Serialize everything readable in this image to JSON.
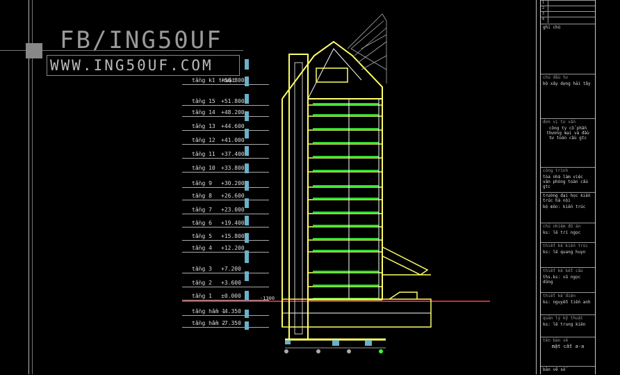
{
  "watermark": {
    "line1": "FB/ING50UF",
    "line2": "WWW.ING50UF.COM"
  },
  "levels": [
    {
      "name": "tầng kĩ thuật",
      "elev": "+56.800"
    },
    {
      "name": "tầng 15",
      "elev": "+51.800"
    },
    {
      "name": "tầng 14",
      "elev": "+48.200"
    },
    {
      "name": "tầng 13",
      "elev": "+44.600"
    },
    {
      "name": "tầng 12",
      "elev": "+41.000"
    },
    {
      "name": "tầng 11",
      "elev": "+37.400"
    },
    {
      "name": "tầng 10",
      "elev": "+33.800"
    },
    {
      "name": "tầng 9",
      "elev": "+30.200"
    },
    {
      "name": "tầng 8",
      "elev": "+26.600"
    },
    {
      "name": "tầng 7",
      "elev": "+23.000"
    },
    {
      "name": "tầng 6",
      "elev": "+19.400"
    },
    {
      "name": "tầng 5",
      "elev": "+15.800"
    },
    {
      "name": "tầng 4",
      "elev": "+12.200"
    },
    {
      "name": "tầng 3",
      "elev": "+7.200"
    },
    {
      "name": "tầng 2",
      "elev": "+3.600"
    },
    {
      "name": "tầng 1",
      "elev": "±0.000"
    },
    {
      "name": "tầng hầm 1",
      "elev": "-4.350"
    },
    {
      "name": "tầng hầm 2",
      "elev": "-7.350"
    }
  ],
  "ground_label": "-1300",
  "title_block": {
    "rev_rows": [
      "1",
      "2",
      "3",
      "4"
    ],
    "ghi_chu": "ghi chú",
    "owner_label": "chủ đầu tư",
    "owner": "bộ xây dựng hải tây",
    "org_label": "đơn vị tư vấn",
    "org": "công ty cổ phần thương mại và đầu tư toàn cầu gtc",
    "project_label": "công trình",
    "project": "tòa nhà làm việc văn phòng toàn cầu gtc",
    "address": "trường đại học kiến trúc hà nội",
    "dept": "bộ môn: kiến trúc",
    "role1": "chủ nhiệm đồ án",
    "person1": "ks: lê trí ngọc",
    "role2": "thiết kế kiến trúc",
    "person2": "ks: lê quang huyn",
    "role3": "thiết kế kết cấu",
    "person3": "ths.ks: vũ ngọc dũng",
    "role4": "thiết kế điện",
    "person4": "ks: nguyễn tiến anh",
    "role5": "quản lý kỹ thuật",
    "person5": "ks: lê trung kiên",
    "drawing_label": "tên bản vẽ",
    "drawing": "mặt cắt a-a",
    "sheet": "bản vẽ số"
  },
  "colors": {
    "frame": "#ffffff",
    "yellow": "#ffff66",
    "green": "#33ff33",
    "red": "#ff4444",
    "cyan": "#6ab0c8"
  }
}
